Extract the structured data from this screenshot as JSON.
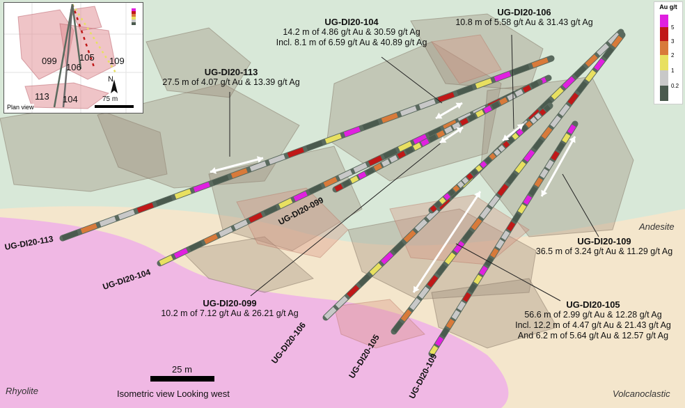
{
  "colors": {
    "andesite": "#d8e8d8",
    "volcanoclastic": "#f4e6cc",
    "rhyolite": "#f0b8e4",
    "wireframe_brown": "#9c8a78",
    "wireframe_pink": "#d6907e",
    "barrel": "#5a6a5e",
    "grade_high": "#e020e0",
    "grade_3": "#c01818",
    "grade_2": "#d87a3a",
    "grade_1": "#e8e060",
    "grade_low": "#c8c8c8",
    "grade_zero": "#4a5a4e"
  },
  "legend": {
    "title": "Au g/t",
    "ticks": [
      "5",
      "3",
      "2",
      "1",
      "0.2"
    ]
  },
  "inset": {
    "labels": [
      "099",
      "105",
      "109",
      "106",
      "113",
      "104"
    ],
    "north": "N",
    "scale_text": "75 m",
    "caption": "Plan view"
  },
  "units": {
    "u1": "Andesite",
    "u2": "Rhyolite",
    "u3": "Volcanoclastic"
  },
  "scale": {
    "text": "25 m",
    "view_caption": "Isometric view Looking west"
  },
  "holes": [
    {
      "name": "UG-DI20-113"
    },
    {
      "name": "UG-DI20-104"
    },
    {
      "name": "UG-DI20-099"
    },
    {
      "name": "UG-DI20-106"
    },
    {
      "name": "UG-DI20-105"
    },
    {
      "name": "UG-DI20-109"
    }
  ],
  "intercepts": [
    {
      "title": "UG-DI20-104",
      "lines": [
        "14.2 m of 4.86 g/t Au & 30.59 g/t Ag",
        "Incl. 8.1 m of 6.59 g/t Au & 40.89 g/t Ag"
      ]
    },
    {
      "title": "UG-DI20-106",
      "lines": [
        "10.8 m of 5.58 g/t Au & 31.43 g/t Ag"
      ]
    },
    {
      "title": "UG-DI20-113",
      "lines": [
        "27.5 m of 4.07 g/t Au & 13.39 g/t Ag"
      ]
    },
    {
      "title": "UG-DI20-109",
      "lines": [
        "36.5 m of 3.24 g/t Au & 11.29 g/t Ag"
      ]
    },
    {
      "title": "UG-DI20-099",
      "lines": [
        "10.2 m of 7.12 g/t Au & 26.21 g/t Ag"
      ]
    },
    {
      "title": "UG-DI20-105",
      "lines": [
        "56.6 m of 2.99 g/t Au & 12.28 g/t Ag",
        "Incl. 12.2 m of 4.47 g/t Au & 21.43 g/t Ag",
        "And 6.2 m of 5.64 g/t Au & 12.57 g/t Ag"
      ]
    }
  ]
}
